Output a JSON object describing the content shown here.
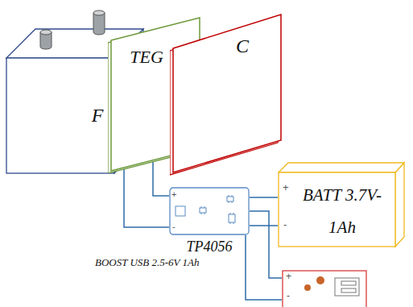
{
  "diagram": {
    "nodes": [
      {
        "text": [
          "F"
        ]
      },
      {
        "text": [
          "TEG"
        ]
      },
      {
        "text": [
          "C"
        ]
      },
      {
        "text": [
          "TP4056"
        ]
      },
      {
        "text": [
          "BATT 3.7V-1Ah"
        ]
      },
      {
        "text": [
          "BOOST USB 2.5-6V 1Ah"
        ]
      }
    ],
    "edges": [
      {
        "from": 1,
        "to": 3,
        "arrow": "none"
      },
      {
        "from": 1,
        "to": 3,
        "arrow": "none"
      },
      {
        "from": 3,
        "to": 4,
        "arrow": "none"
      },
      {
        "from": 3,
        "to": 4,
        "arrow": "none"
      },
      {
        "from": 3,
        "to": 5,
        "arrow": "none"
      },
      {
        "from": 3,
        "to": 5,
        "arrow": "none"
      }
    ],
    "labels": [
      "+",
      "-",
      "+",
      "-",
      "+",
      "-"
    ]
  }
}
